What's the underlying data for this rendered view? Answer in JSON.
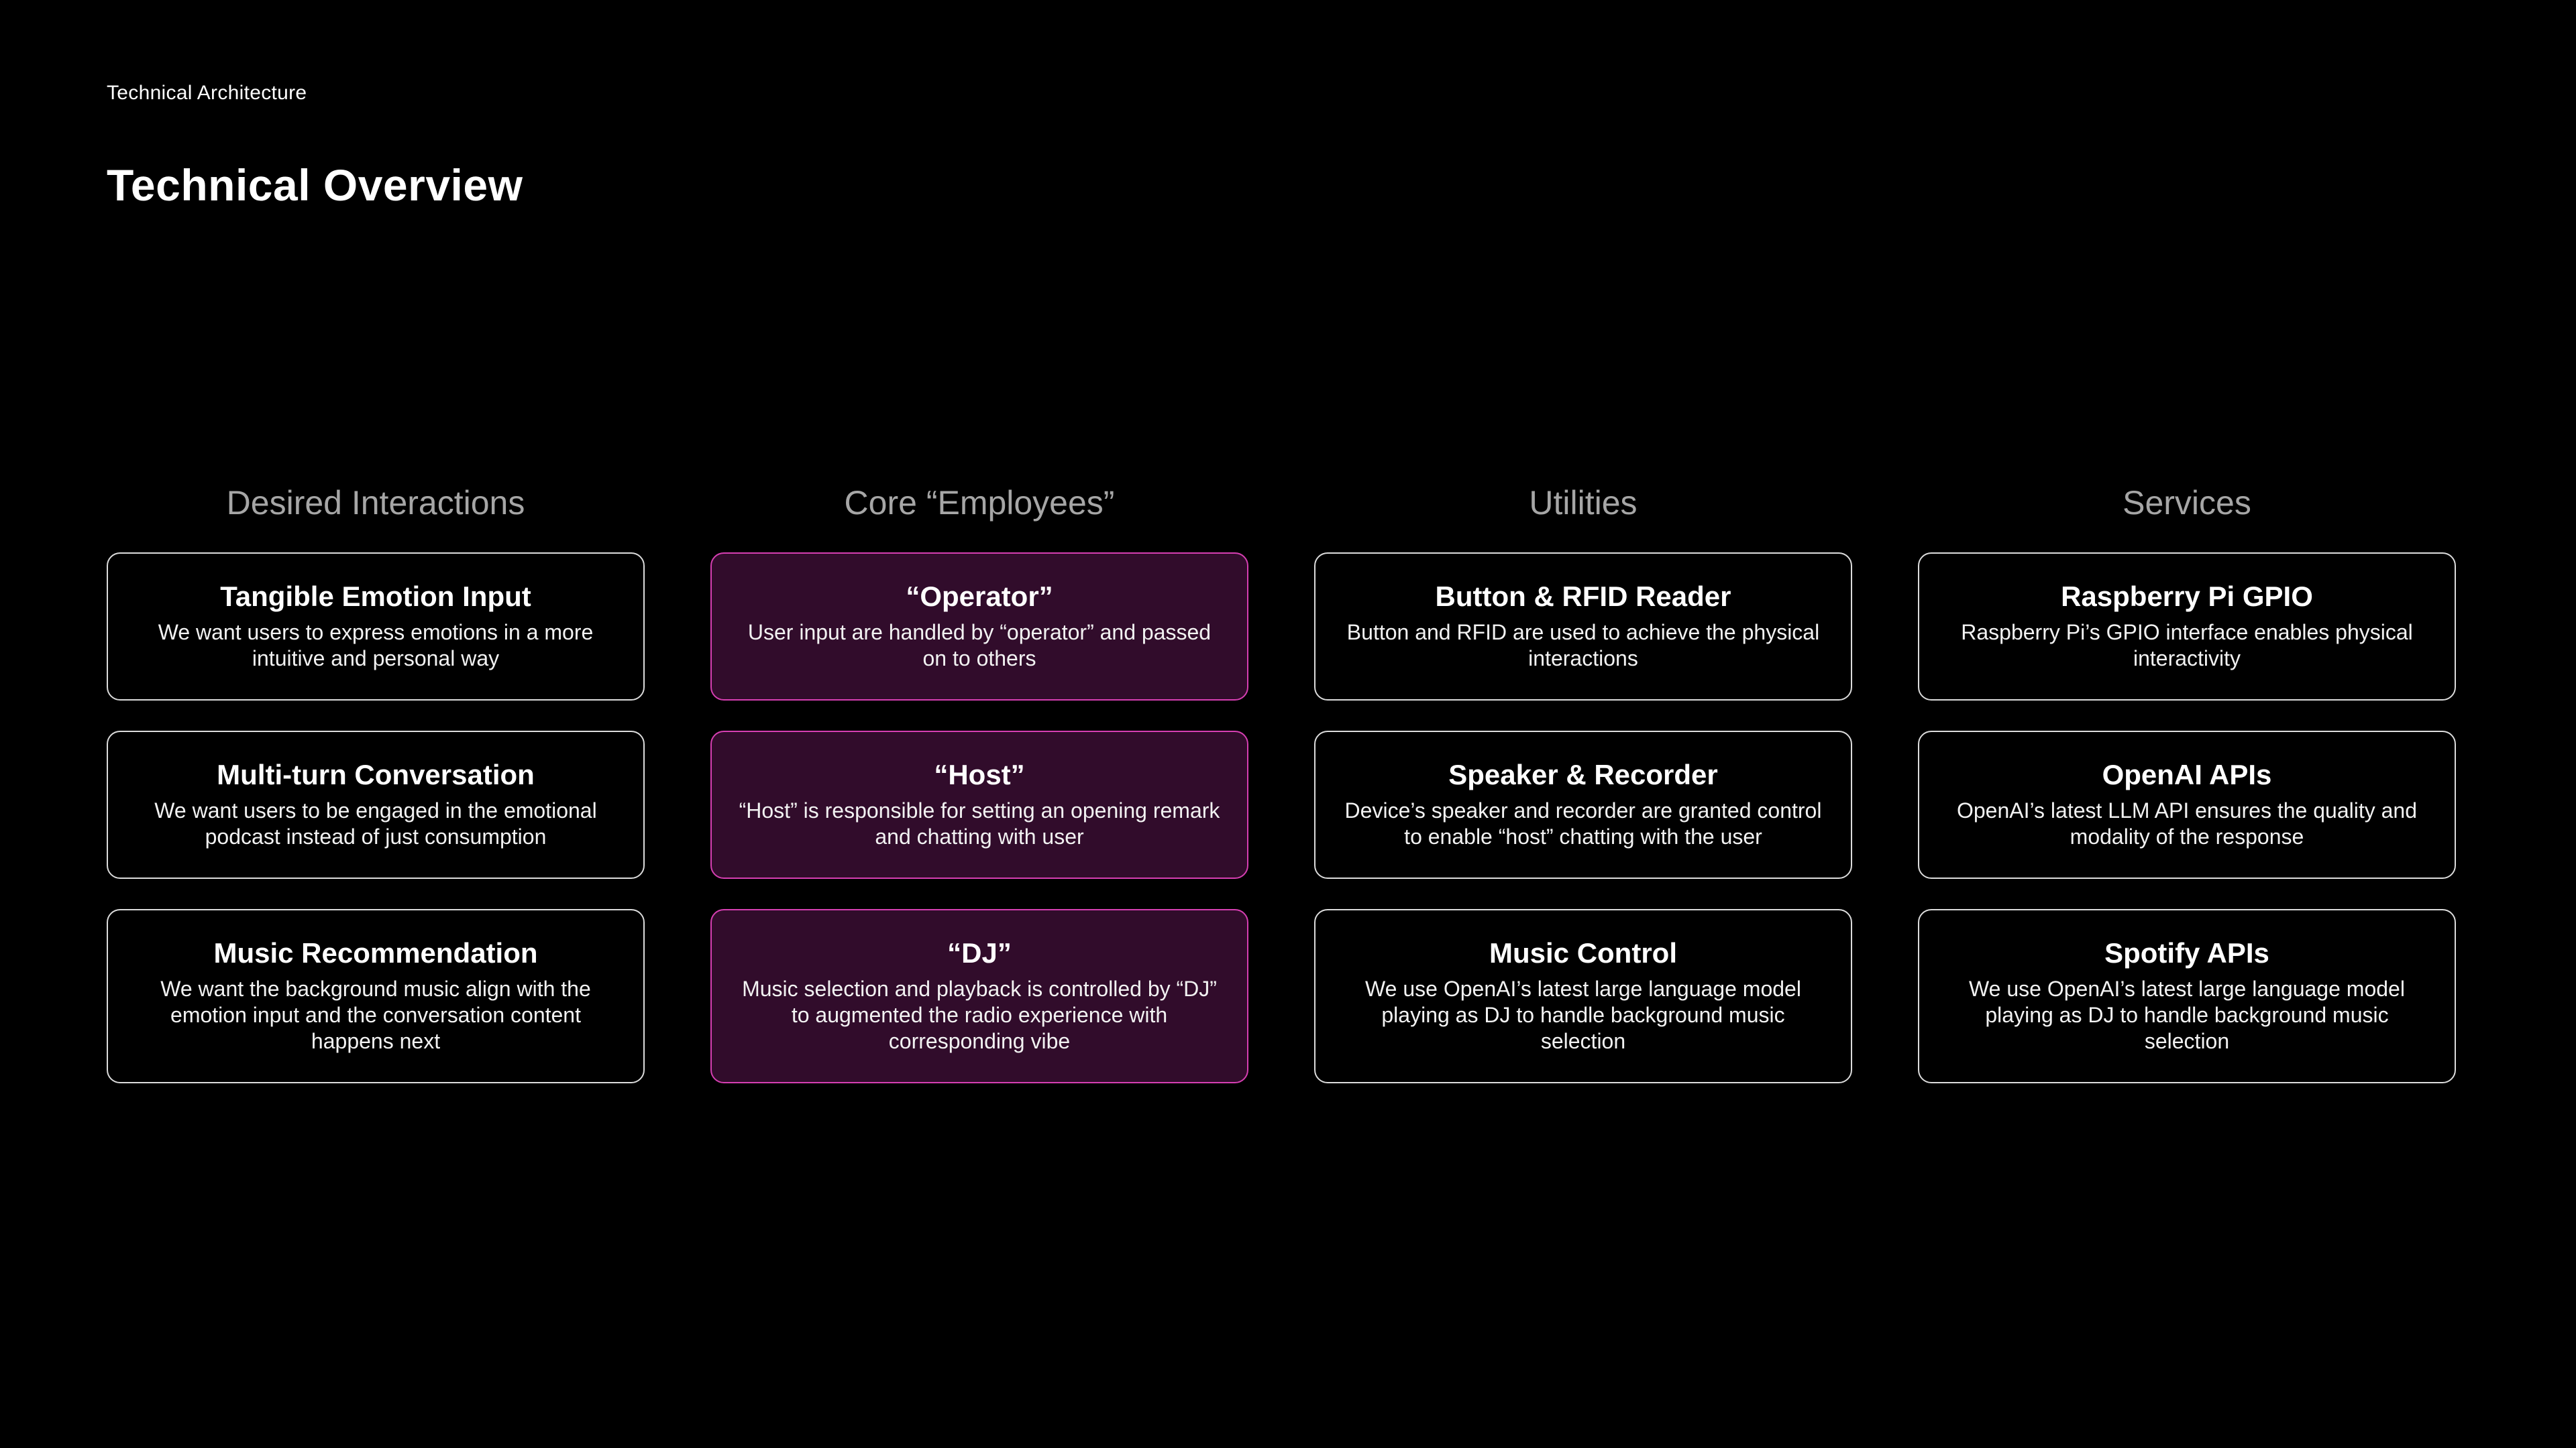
{
  "header": {
    "section_label": "Technical Architecture",
    "title": "Technical Overview"
  },
  "colors": {
    "background": "#000000",
    "card_border": "#dcdcdc",
    "core_fill": "#310c2b",
    "core_border": "#d63fb2",
    "column_header": "#a6a6a6"
  },
  "columns": [
    {
      "header": "Desired Interactions",
      "cards": [
        {
          "title": "Tangible Emotion Input",
          "desc": "We want users to express emotions in a more intuitive and personal way"
        },
        {
          "title": "Multi-turn Conversation",
          "desc": "We want users to be engaged in the emotional podcast instead of just consumption"
        },
        {
          "title": "Music Recommendation",
          "desc": "We want the background music align with the emotion input and the conversation content happens next"
        }
      ]
    },
    {
      "header": "Core “Employees”",
      "cards": [
        {
          "title": "“Operator”",
          "desc": "User input are handled by “operator” and passed on to others"
        },
        {
          "title": "“Host”",
          "desc": "“Host” is responsible for setting an opening remark and chatting with user"
        },
        {
          "title": "“DJ”",
          "desc": "Music selection and playback is controlled by “DJ” to augmented the radio experience with corresponding vibe"
        }
      ]
    },
    {
      "header": "Utilities",
      "cards": [
        {
          "title": "Button & RFID Reader",
          "desc": "Button and RFID are used to achieve the physical interactions"
        },
        {
          "title": "Speaker & Recorder",
          "desc": "Device’s speaker and recorder are granted control to enable “host” chatting with the user"
        },
        {
          "title": "Music Control",
          "desc": "We use OpenAI’s latest large language model playing as DJ to handle background music selection"
        }
      ]
    },
    {
      "header": "Services",
      "cards": [
        {
          "title": "Raspberry Pi GPIO",
          "desc": "Raspberry Pi’s GPIO interface enables physical interactivity"
        },
        {
          "title": "OpenAI APIs",
          "desc": "OpenAI’s latest LLM API ensures the quality and modality of the response"
        },
        {
          "title": "Spotify APIs",
          "desc": "We use OpenAI’s latest large language model playing as DJ to handle background music selection"
        }
      ]
    }
  ]
}
